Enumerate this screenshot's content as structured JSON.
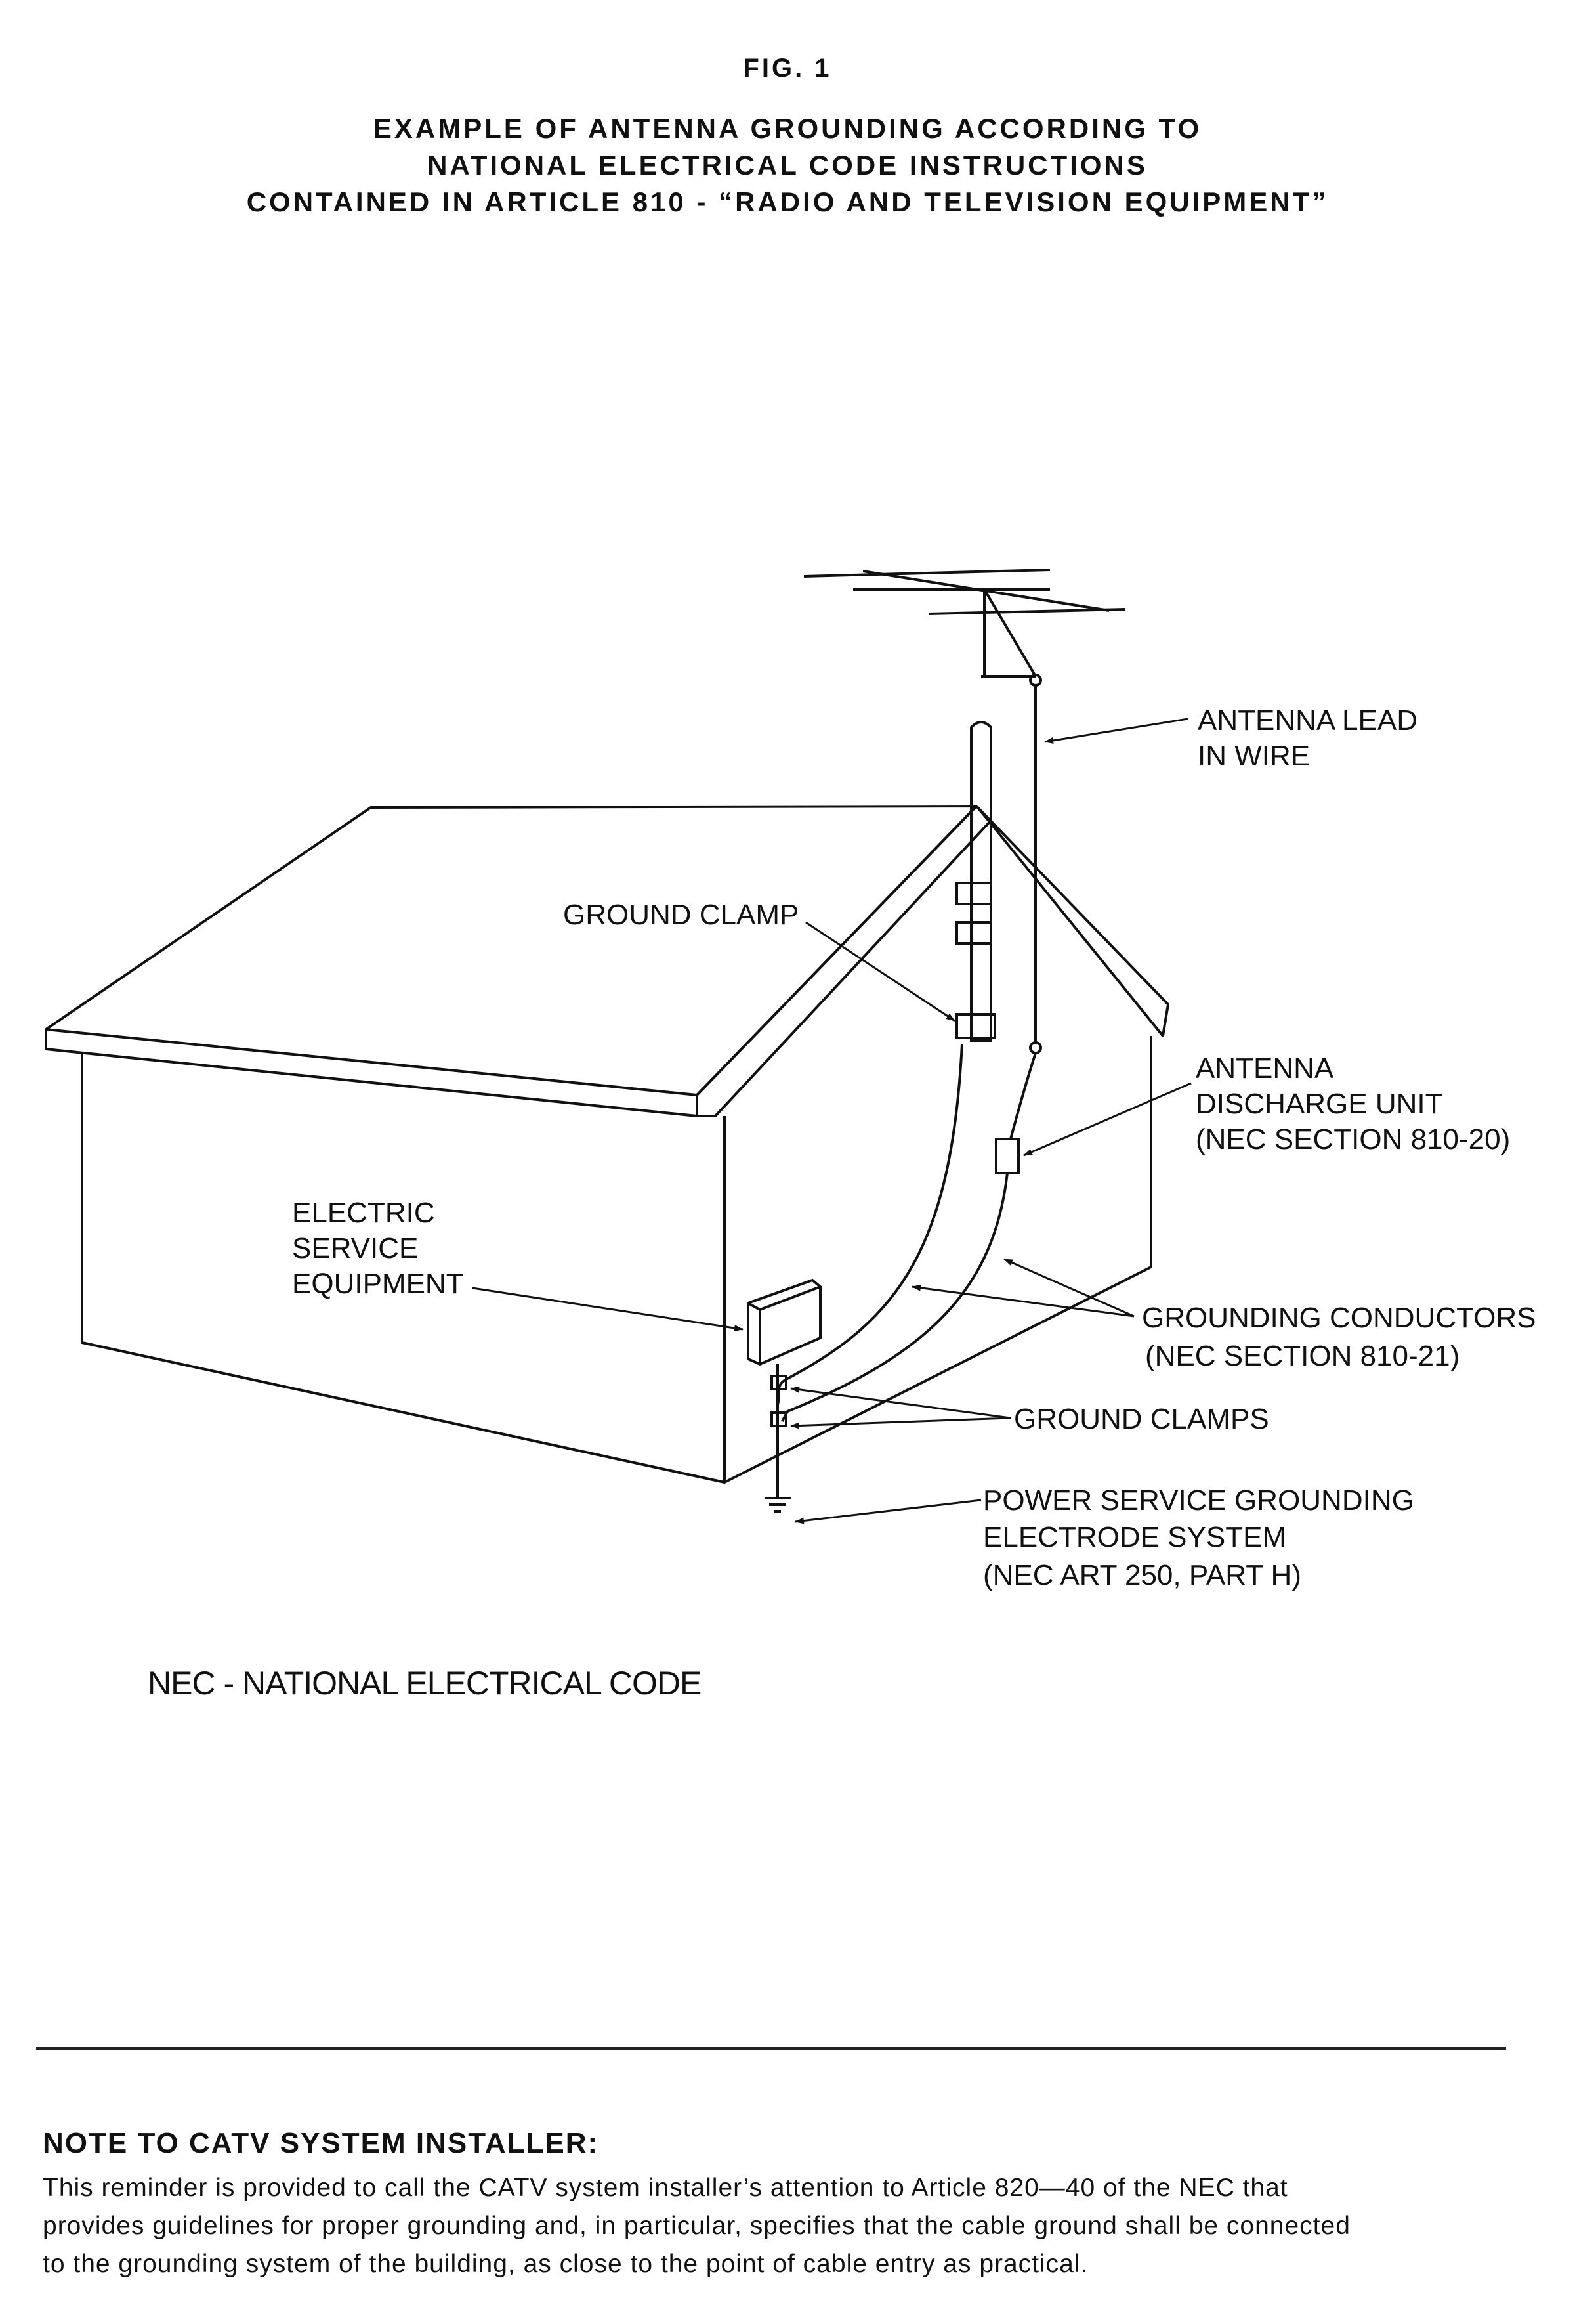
{
  "header": {
    "fig": "FIG. 1",
    "title_lines": [
      "EXAMPLE OF ANTENNA GROUNDING ACCORDING TO",
      "NATIONAL ELECTRICAL CODE INSTRUCTIONS",
      "CONTAINED IN ARTICLE 810 - “RADIO AND TELEVISION EQUIPMENT”"
    ]
  },
  "labels": {
    "antenna_lead": [
      "ANTENNA LEAD",
      "IN WIRE"
    ],
    "ground_clamp": "GROUND CLAMP",
    "discharge_unit": [
      "ANTENNA",
      "DISCHARGE UNIT",
      "(NEC SECTION 810-20)"
    ],
    "electric_service": [
      "ELECTRIC",
      "SERVICE",
      "EQUIPMENT"
    ],
    "grounding_conductors": [
      "GROUNDING CONDUCTORS",
      "(NEC SECTION 810-21)"
    ],
    "ground_clamps": "GROUND CLAMPS",
    "power_service": [
      "POWER SERVICE GROUNDING",
      "ELECTRODE SYSTEM",
      "(NEC ART 250, PART H)"
    ]
  },
  "footnote": "NEC - NATIONAL ELECTRICAL CODE",
  "note": {
    "title": "NOTE TO CATV SYSTEM INSTALLER:",
    "lines": [
      "This reminder is provided to call the CATV system installer’s attention to Article 820—40 of the NEC that",
      "provides guidelines for proper grounding and, in particular, specifies that the cable ground shall be connected",
      "to the grounding system of the building, as close to the point of cable entry as practical."
    ]
  }
}
